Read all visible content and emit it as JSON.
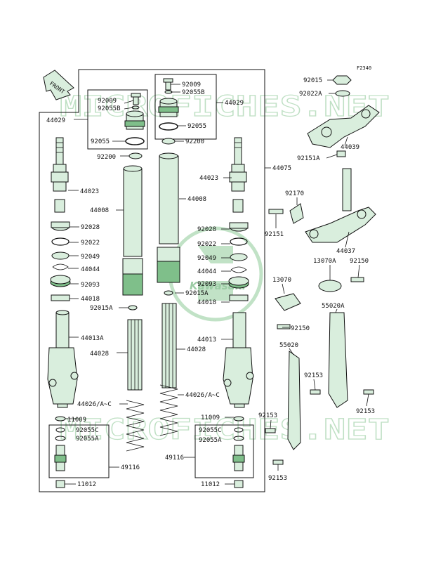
{
  "figure_code": "F2340",
  "front_arrow_label": "FRONT",
  "watermark": {
    "text": "MICROFICHES.NET",
    "logo_text": "Kawasaki"
  },
  "colors": {
    "part_fill": "#d9eedd",
    "part_dark": "#7fbf8a",
    "watermark": "#bfe0c4"
  },
  "callouts": {
    "l_92009": "92009",
    "l_92055b": "92055B",
    "l_44029a": "44029",
    "l_92055": "92055",
    "l_92200a": "92200",
    "l_44023a": "44023",
    "l_44008a": "44008",
    "l_92028a": "92028",
    "l_92022a": "92022",
    "l_92049a": "92049",
    "l_44044a": "44044",
    "l_92093a": "92093",
    "l_44018a": "44018",
    "l_92015a": "92015A",
    "l_44013a": "44013A",
    "l_44028a": "44028",
    "l_44026a": "44026/A~C",
    "l_11009a": "11009",
    "l_92055c": "92055C",
    "l_92055a": "92055A",
    "l_49116a": "49116",
    "l_11012a": "11012",
    "r_92009": "92009",
    "r_92055b": "92055B",
    "r_44029": "44029",
    "r_92055": "92055",
    "r_92200": "92200",
    "r_44023": "44023",
    "r_44008": "44008",
    "r_92028": "92028",
    "r_92022": "92022",
    "r_92049": "92049",
    "r_44044": "44044",
    "r_92093": "92093",
    "r_92015a": "92015A",
    "r_44018": "44018",
    "r_44013": "44013",
    "r_44028": "44028",
    "r_44026": "44026/A~C",
    "r_11009": "11009",
    "r_92055c": "92055C",
    "r_92055a": "92055A",
    "r_49116": "49116",
    "r_11012": "11012",
    "r_44075": "44075",
    "c_92015": "92015",
    "c_92022a": "92022A",
    "c_44039": "44039",
    "c_92151a": "92151A",
    "c_92170": "92170",
    "c_92151": "92151",
    "c_44037": "44037",
    "c_13070a": "13070A",
    "c_92150a": "92150",
    "c_13070": "13070",
    "c_55020a": "55020A",
    "c_92150b": "92150",
    "c_55020": "55020",
    "c_92153a": "92153",
    "c_92153b": "92153",
    "c_92153c": "92153",
    "c_92153d": "92153"
  }
}
